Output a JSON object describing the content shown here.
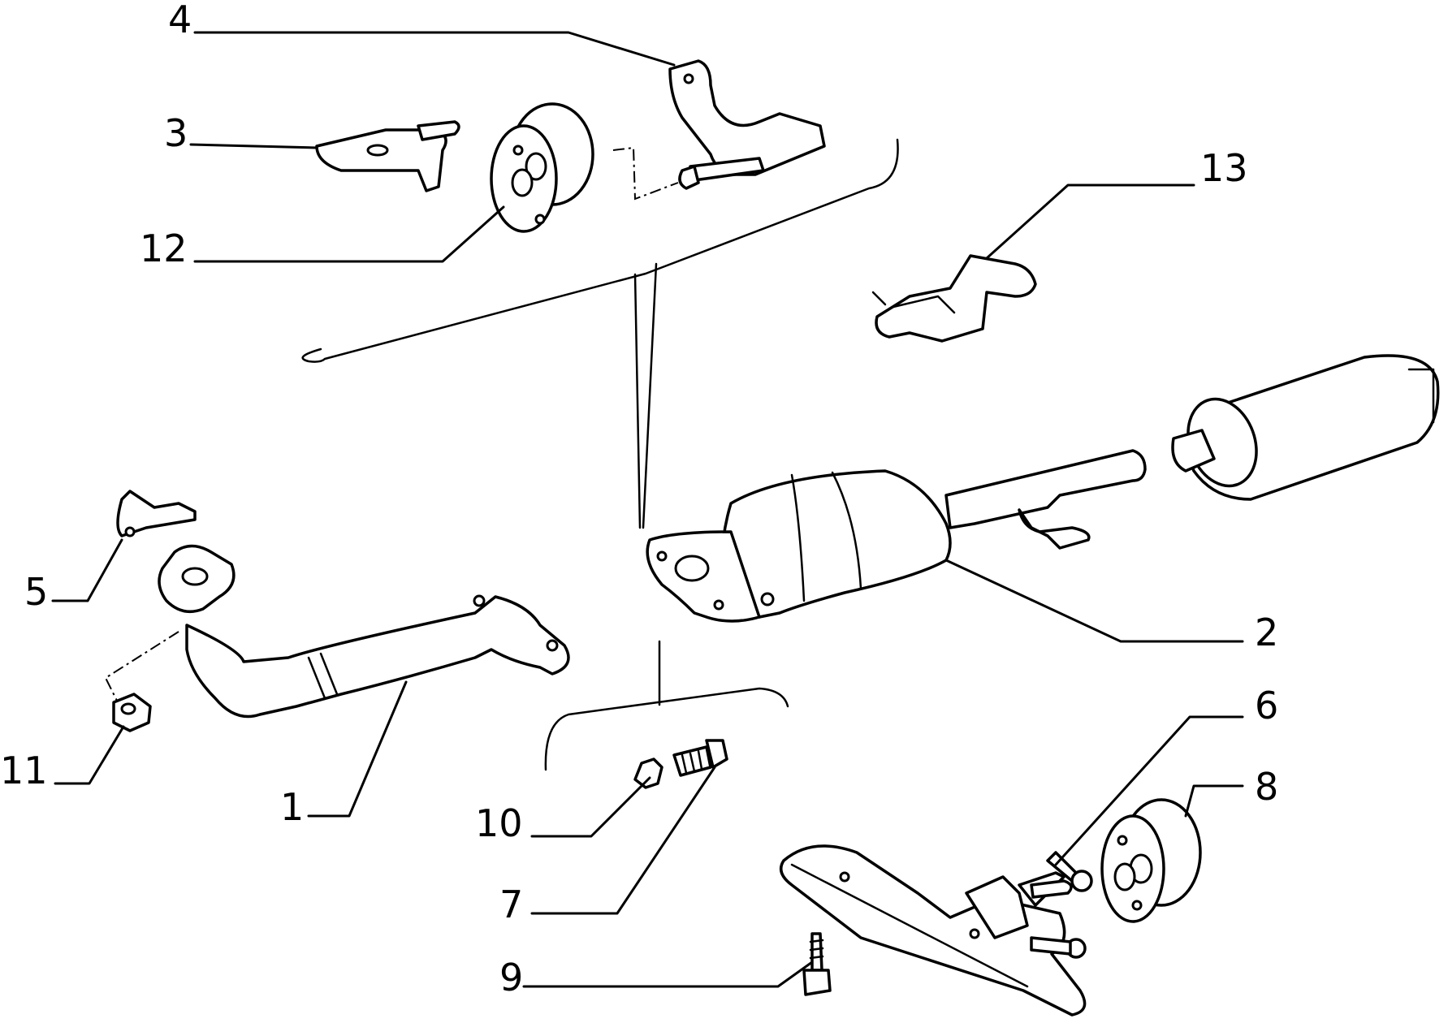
{
  "diagram": {
    "type": "exploded-parts-view",
    "callouts": {
      "c1": "1",
      "c2": "2",
      "c3": "3",
      "c4": "4",
      "c5": "5",
      "c6": "6",
      "c7": "7",
      "c8": "8",
      "c9": "9",
      "c10": "10",
      "c11": "11",
      "c12": "12",
      "c13": "13"
    }
  }
}
